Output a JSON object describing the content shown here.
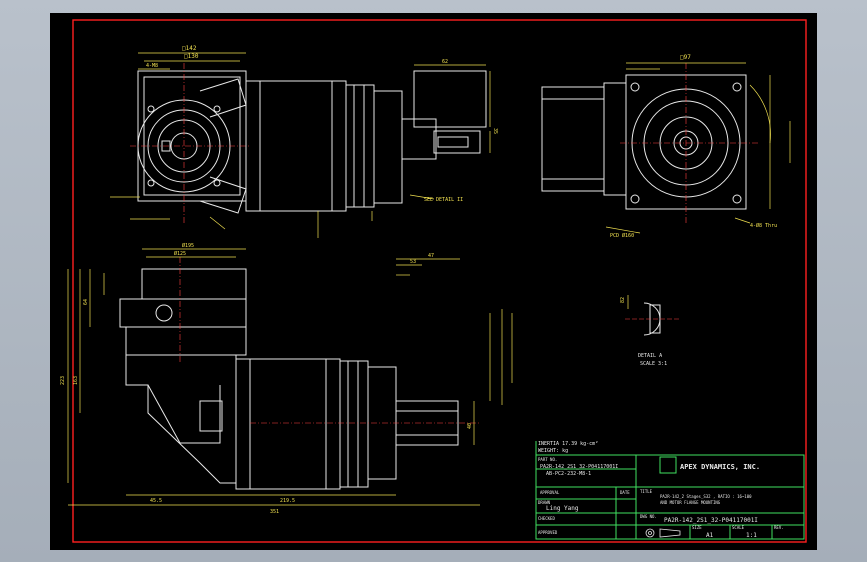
{
  "title_block": {
    "inertia_label": "INERTIA 17.39 kg-cm²",
    "weight_label": "WEIGHT: kg",
    "part_no_label": "PART NO.",
    "part_no_value": "PA2R-142_2S1_32-P04117001I",
    "part_no_sub": "AB-PC2-232-M8-1",
    "approval_label": "APPROVAL",
    "date_label": "DATE",
    "drawn_label": "DRAWN",
    "drawn_by": "Ling Yang",
    "checked_label": "CHECKED",
    "approved_label": "APPROVED",
    "company": "APEX DYNAMICS, INC.",
    "title_label": "TITLE",
    "title_line1": "PA2R-142_2 Stages_S32 , RATIO : 16~100",
    "title_line2": "AND MOTOR FLANGE MOUNTING",
    "dwg_no_label": "DWG NO.",
    "dwg_no_value": "PA2R-142_2S1_32-P04117001I",
    "size_label": "SIZE",
    "size_value": "A1",
    "scale_label": "SCALE",
    "scale_value": "1:1",
    "rev_label": "REV."
  },
  "annotations": {
    "see_detail": "SEE DETAIL II",
    "detail_a": "DETAIL A",
    "detail_scale": "SCALE 3:1",
    "pcd": "PCD Ø160",
    "holes": "4-Ø8 Thru"
  },
  "dims": {
    "d142": "□142",
    "d130": "□130",
    "d43": "4-M8",
    "d62": "62",
    "d35": "35",
    "d97": "□97",
    "d195": "Ø195",
    "d125": "Ø125",
    "d53": "53",
    "d47": "47",
    "d455": "45.5",
    "d2195": "219.5",
    "d351": "351",
    "d223": "223",
    "d163": "163",
    "d64": "64",
    "d82": "82",
    "d40": "40"
  },
  "colors": {
    "frame": "#ff2020",
    "line": "#e8e8e8",
    "dim": "#f0e050",
    "block": "#40e060",
    "center": "#ff4040"
  }
}
